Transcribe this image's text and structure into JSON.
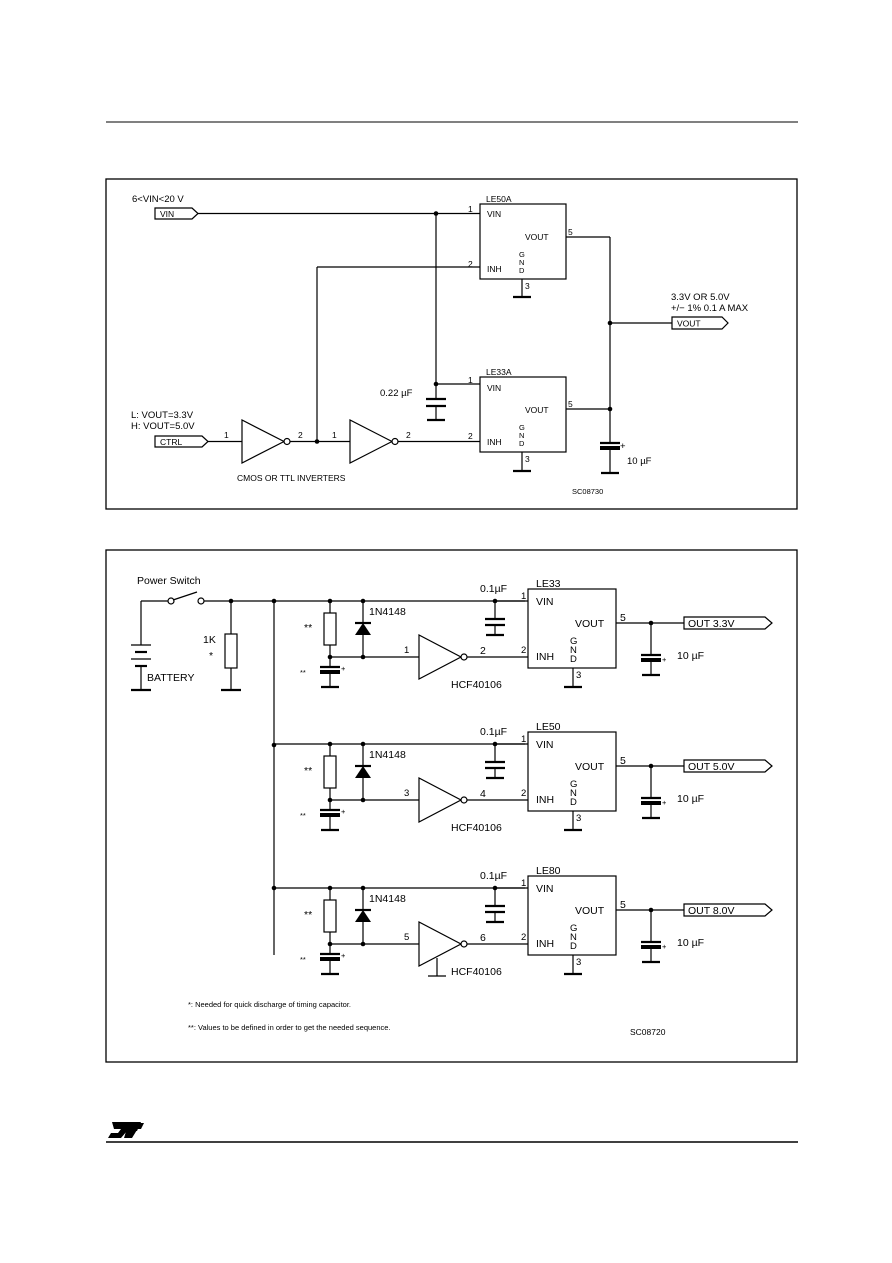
{
  "diagram1": {
    "vin_range": "6<VIN<20  V",
    "vin_port": "VIN",
    "ctrl_legend_l": "L:  VOUT=3.3V",
    "ctrl_legend_h": "H:  VOUT=5.0V",
    "ctrl_port": "CTRL",
    "inverters_label": "CMOS  OR  TTL  INVERTERS",
    "cap_in": "0.22 µF",
    "cap_out": "10 µF",
    "out_line1": "3.3V  OR  5.0V",
    "out_line2": "+/−  1%  0.1  A  MAX",
    "vout_port": "VOUT",
    "code": "SC08730",
    "ic_top": {
      "name": "LE50A",
      "vin": "VIN",
      "vout": "VOUT",
      "inh": "INH",
      "gnd": [
        "G",
        "N",
        "D"
      ],
      "p1": "1",
      "p2": "2",
      "p3": "3",
      "p5": "5"
    },
    "ic_bot": {
      "name": "LE33A",
      "vin": "VIN",
      "vout": "VOUT",
      "inh": "INH",
      "gnd": [
        "G",
        "N",
        "D"
      ],
      "p1": "1",
      "p2": "2",
      "p3": "3",
      "p5": "5"
    },
    "inv1_in": "1",
    "inv1_out": "2",
    "inv2_in": "1",
    "inv2_out": "2"
  },
  "diagram2": {
    "power_switch": "Power  Switch",
    "battery": "BATTERY",
    "r1": "1K",
    "r1_note": "*",
    "notes": [
      "*:  Needed  for  quick  discharge  of  timing  capacitor.",
      "**:  Values  to  be  defined  in  order  to  get  the  needed  sequence."
    ],
    "code": "SC08720",
    "stages": [
      {
        "ic": "LE33",
        "cap_in": "0.1µF",
        "diode": "1N4148",
        "res": "**",
        "cap": "**",
        "inv": "HCF40106",
        "inv_in": "1",
        "inv_out": "2",
        "cap_out": "10 µF",
        "out": "OUT  3.3V"
      },
      {
        "ic": "LE50",
        "cap_in": "0.1µF",
        "diode": "1N4148",
        "res": "**",
        "cap": "**",
        "inv": "HCF40106",
        "inv_in": "3",
        "inv_out": "4",
        "cap_out": "10 µF",
        "out": "OUT  5.0V"
      },
      {
        "ic": "LE80",
        "cap_in": "0.1µF",
        "diode": "1N4148",
        "res": "**",
        "cap": "**",
        "inv": "HCF40106",
        "inv_in": "5",
        "inv_out": "6",
        "cap_out": "10 µF",
        "out": "OUT  8.0V"
      }
    ],
    "ic_pins": {
      "vin": "VIN",
      "vout": "VOUT",
      "inh": "INH",
      "gnd": [
        "G",
        "N",
        "D"
      ],
      "p1": "1",
      "p2": "2",
      "p3": "3",
      "p5": "5"
    }
  }
}
